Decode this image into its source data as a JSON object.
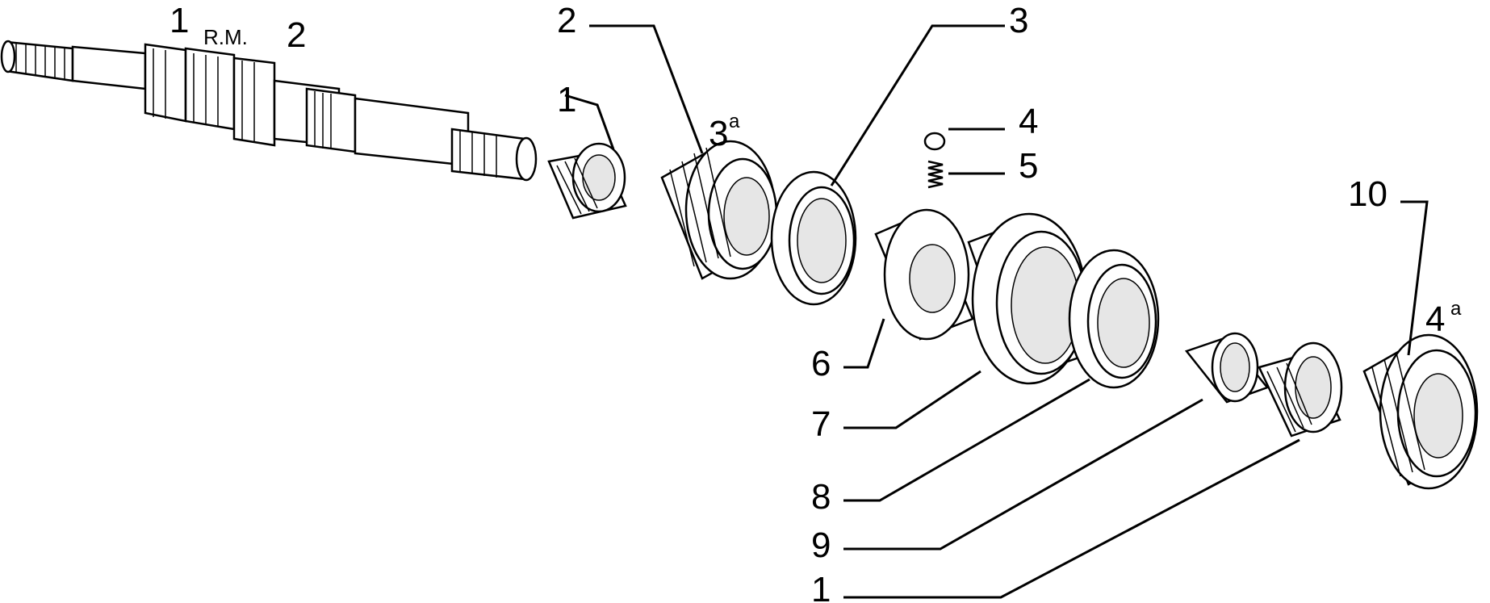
{
  "labels": {
    "shaft_gear_1": "1",
    "rm": "R.M.",
    "shaft_gear_2": "2",
    "bearing_1_top": "1",
    "gear_2_top": "2",
    "gear_3a": "3",
    "gear_3a_sup": "a",
    "sync_ring_3": "3",
    "detent_4": "4",
    "spring_5": "5",
    "hub_6": "6",
    "sleeve_7": "7",
    "ring_8": "8",
    "bushing_9": "9",
    "bearing_1_bottom": "1",
    "gear_10": "10",
    "gear_4a": "4",
    "gear_4a_sup": "a"
  }
}
